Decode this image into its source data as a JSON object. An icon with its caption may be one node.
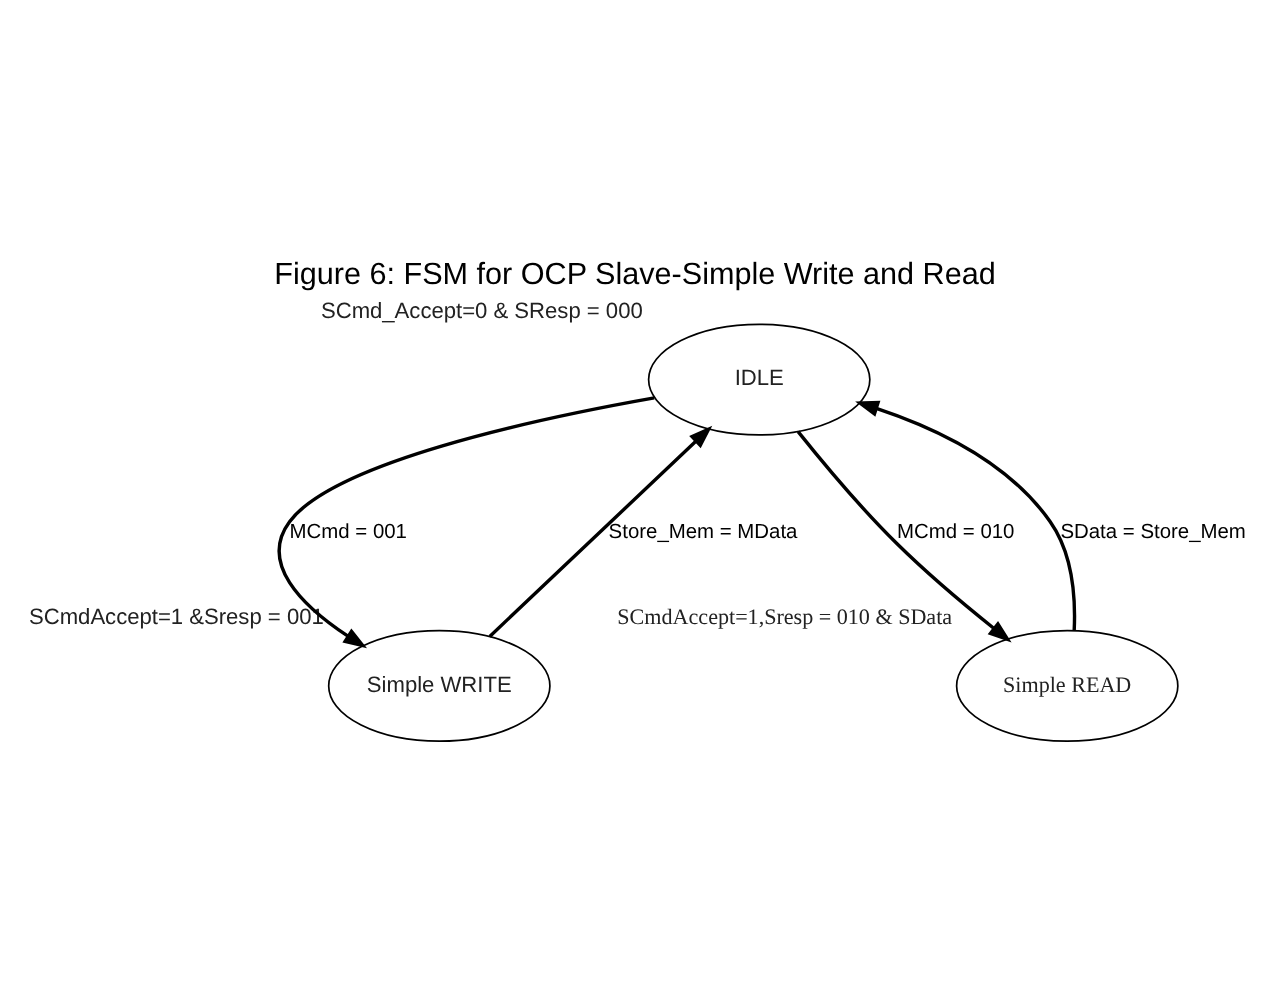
{
  "diagram": {
    "title": "Figure 6: FSM for OCP Slave-Simple Write and Read",
    "nodes": [
      {
        "text": [
          "IDLE"
        ],
        "beside": [
          "SCmd_Accept=0 & SResp = 000"
        ]
      },
      {
        "text": [
          "Simple WRITE"
        ],
        "beside": [
          "SCmdAccept=1 &Sresp = 001"
        ]
      },
      {
        "text": [
          "Simple READ"
        ],
        "beside": [
          "SCmdAccept=1,Sresp = 010 & SData"
        ]
      }
    ],
    "edges": [
      {
        "from": 0,
        "to": 1,
        "arrow": "to",
        "label": "MCmd = 001"
      },
      {
        "from": 1,
        "to": 0,
        "arrow": "to",
        "label": "Store_Mem = MData"
      },
      {
        "from": 2,
        "to": 0,
        "arrow": "to",
        "label": "SData = Store_Mem"
      },
      {
        "from": 0,
        "to": 2,
        "arrow": "to",
        "label": "MCmd = 010"
      }
    ]
  }
}
